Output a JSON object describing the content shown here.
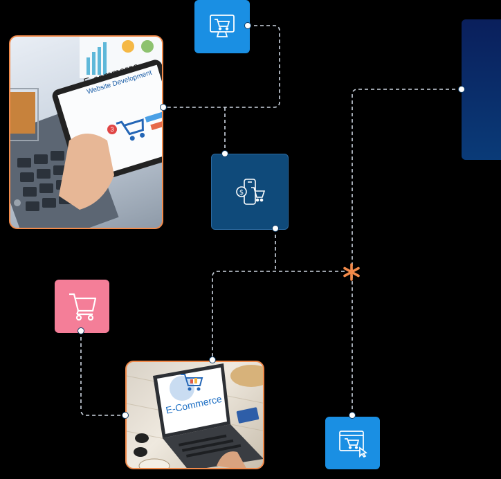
{
  "colors": {
    "background": "#000000",
    "connector": "#cfd8e3",
    "accent_orange": "#f28a4a",
    "tile_blue": "#1a8fe3",
    "tile_navy": "#0f4a7a",
    "tile_pink": "#f47e98",
    "panel_navy": "#0a2a66"
  },
  "icons": {
    "top_tile": "monitor-cart-icon",
    "mid_tile": "mobile-payment-cart-icon",
    "pink_tile": "shopping-cart-icon",
    "bottom_tile": "browser-cart-cursor-icon",
    "junction": "asterisk-icon"
  },
  "photos": {
    "tablet": {
      "title": "E-commerce",
      "subtitle": "Website Development",
      "badge": "3"
    },
    "laptop": {
      "title": "E-Commerce"
    }
  }
}
